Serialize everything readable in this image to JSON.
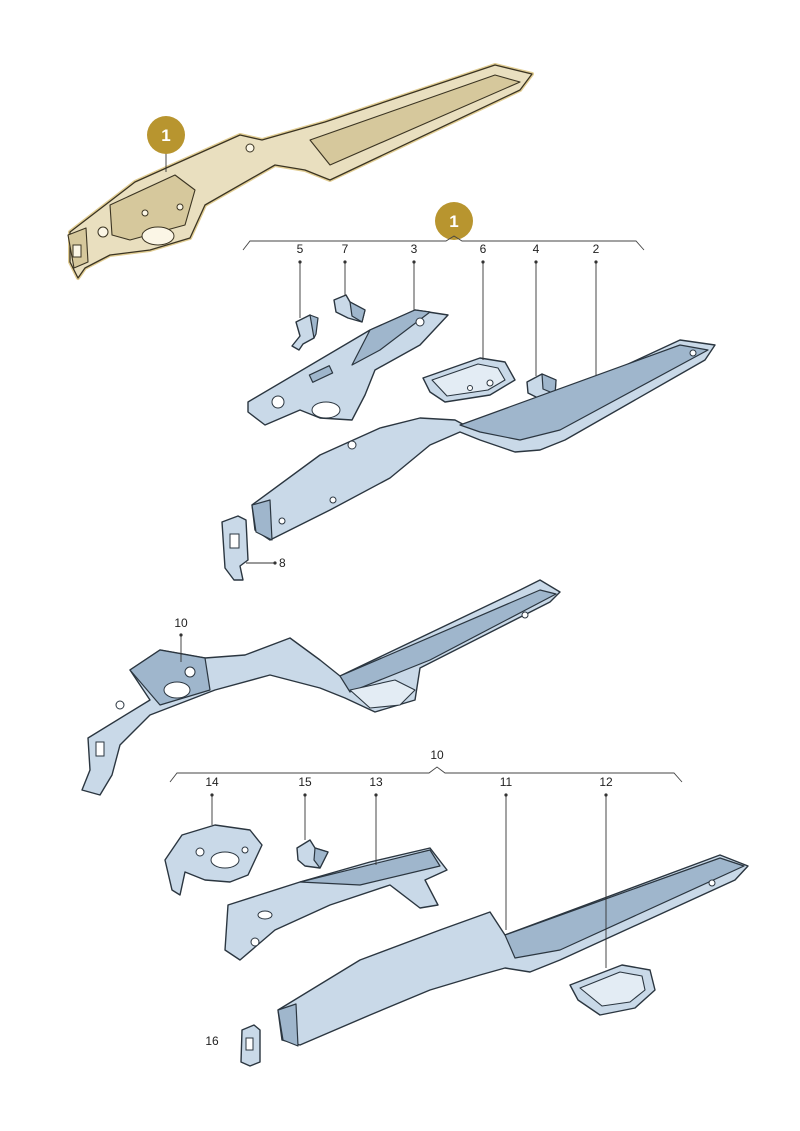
{
  "badges": [
    {
      "label": "1",
      "color": "#b8952f"
    },
    {
      "label": "1",
      "color": "#b8952f"
    }
  ],
  "part_labels": {
    "p5": "5",
    "p7": "7",
    "p3": "3",
    "p6": "6",
    "p4": "4",
    "p2": "2",
    "p8": "8",
    "p10a": "10",
    "p10b": "10",
    "p14": "14",
    "p15": "15",
    "p13": "13",
    "p11": "11",
    "p12": "12",
    "p16": "16"
  },
  "colors": {
    "highlight_fill": "#e9dfbf",
    "highlight_outline": "#c9a43a",
    "part_fill": "#c9d9e8",
    "part_outline": "#2b3640"
  }
}
